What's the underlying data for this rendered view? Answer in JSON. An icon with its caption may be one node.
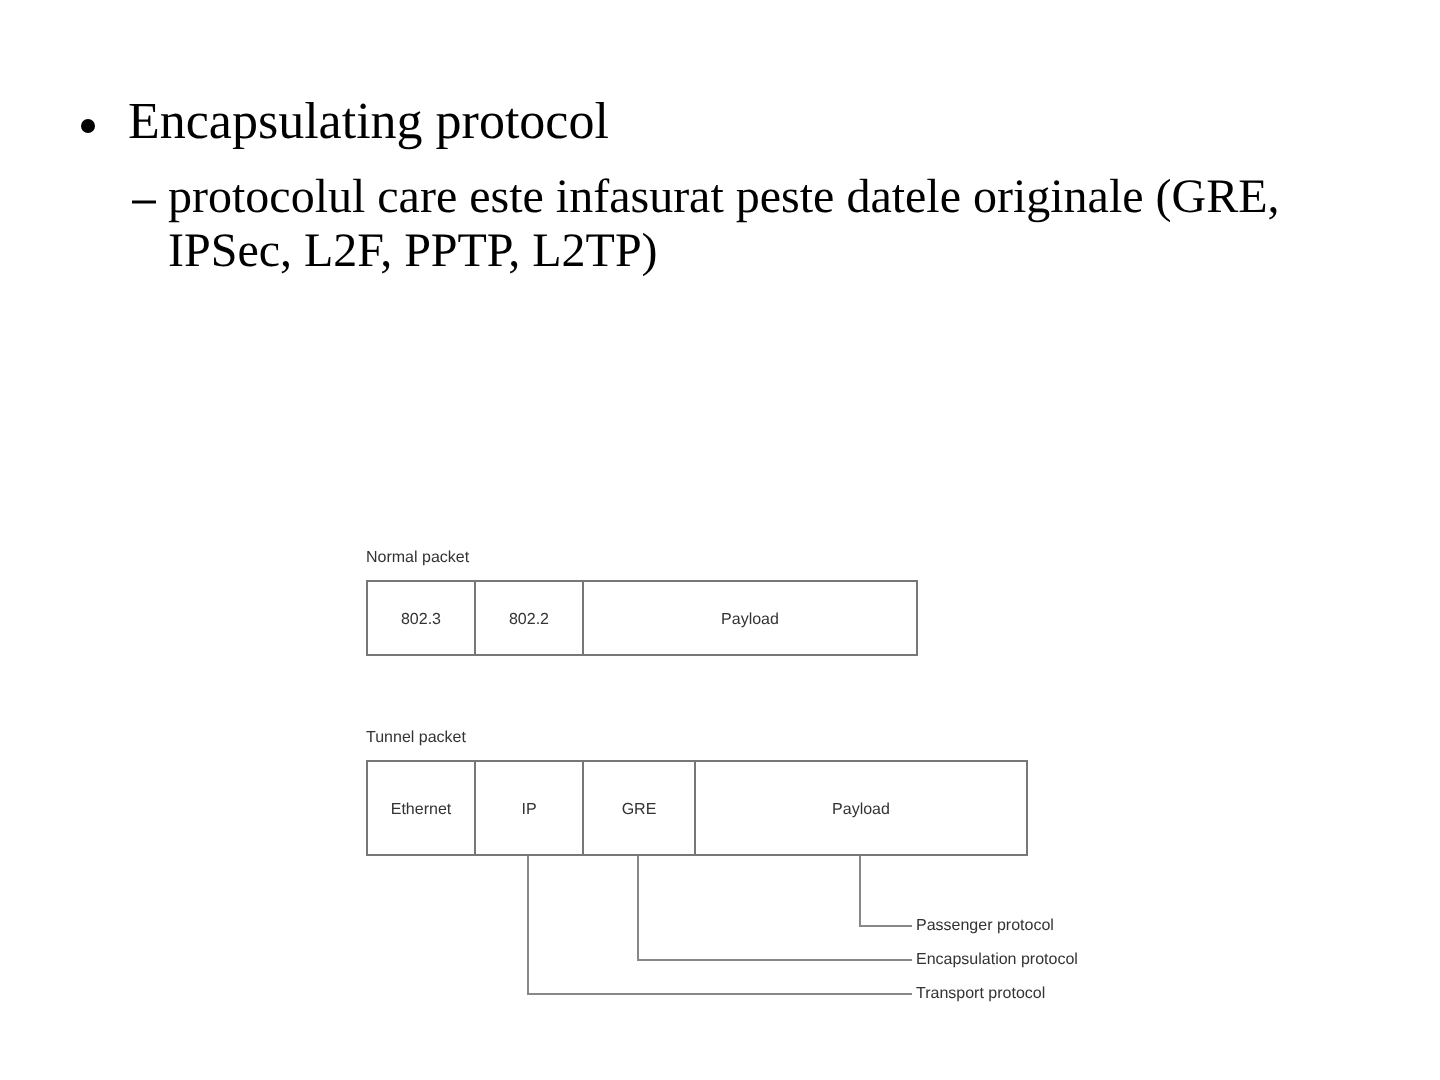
{
  "diagram": {
    "nodes": [
      {
        "text": [
          "Normal packet"
        ]
      },
      {
        "text": [
          "802.3"
        ],
        "in": 0
      },
      {
        "text": [
          "802.2"
        ],
        "in": 0
      },
      {
        "text": [
          "Payload"
        ],
        "in": 0
      },
      {
        "text": [
          "Tunnel packet"
        ]
      },
      {
        "text": [
          "Ethernet"
        ],
        "in": 4
      },
      {
        "text": [
          "IP"
        ],
        "in": 4
      },
      {
        "text": [
          "GRE"
        ],
        "in": 4
      },
      {
        "text": [
          "Payload"
        ],
        "in": 4
      },
      {
        "text": [
          "Passenger protocol"
        ]
      },
      {
        "text": [
          "Encapsulation protocol"
        ]
      },
      {
        "text": [
          "Transport protocol"
        ]
      }
    ],
    "edges": [
      {
        "from": 9,
        "to": 8,
        "arrow": "none"
      },
      {
        "from": 10,
        "to": 7,
        "arrow": "none"
      },
      {
        "from": 11,
        "to": 6,
        "arrow": "none"
      }
    ],
    "labels": [
      "Encapsulating protocol",
      "protocolul care este infasurat peste datele originale (GRE, IPSec, L2F, PPTP, L2TP)"
    ]
  }
}
